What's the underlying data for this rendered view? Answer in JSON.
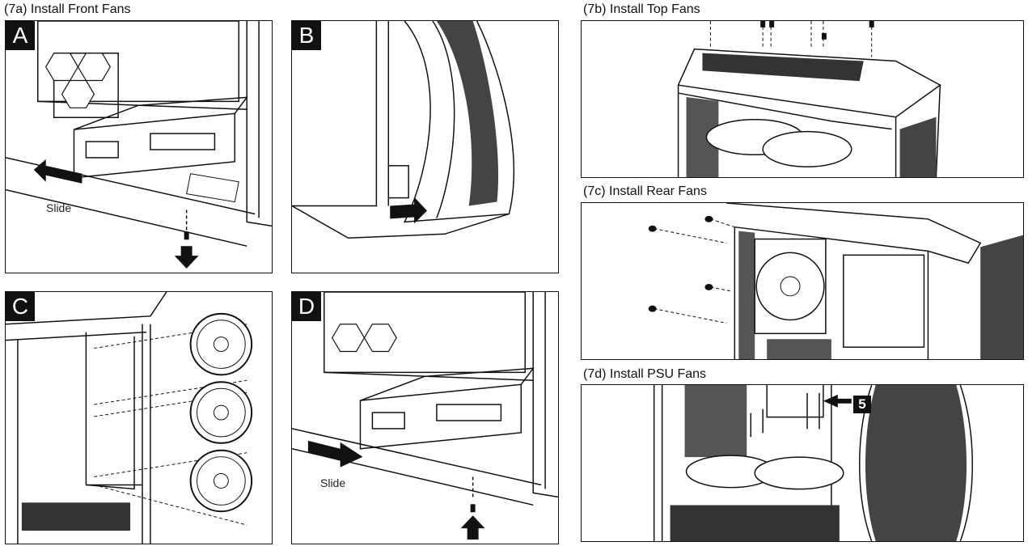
{
  "sections": {
    "front": {
      "title": "(7a) Install Front Fans"
    },
    "top": {
      "title": "(7b) Install Top Fans"
    },
    "rear": {
      "title": "(7c) Install Rear Fans"
    },
    "psu": {
      "title": "(7d) Install PSU Fans"
    }
  },
  "panels": {
    "a": {
      "letter": "A",
      "action": "Slide"
    },
    "b": {
      "letter": "B"
    },
    "c": {
      "letter": "C"
    },
    "d": {
      "letter": "D",
      "action": "Slide"
    }
  },
  "psu_callout": "5"
}
